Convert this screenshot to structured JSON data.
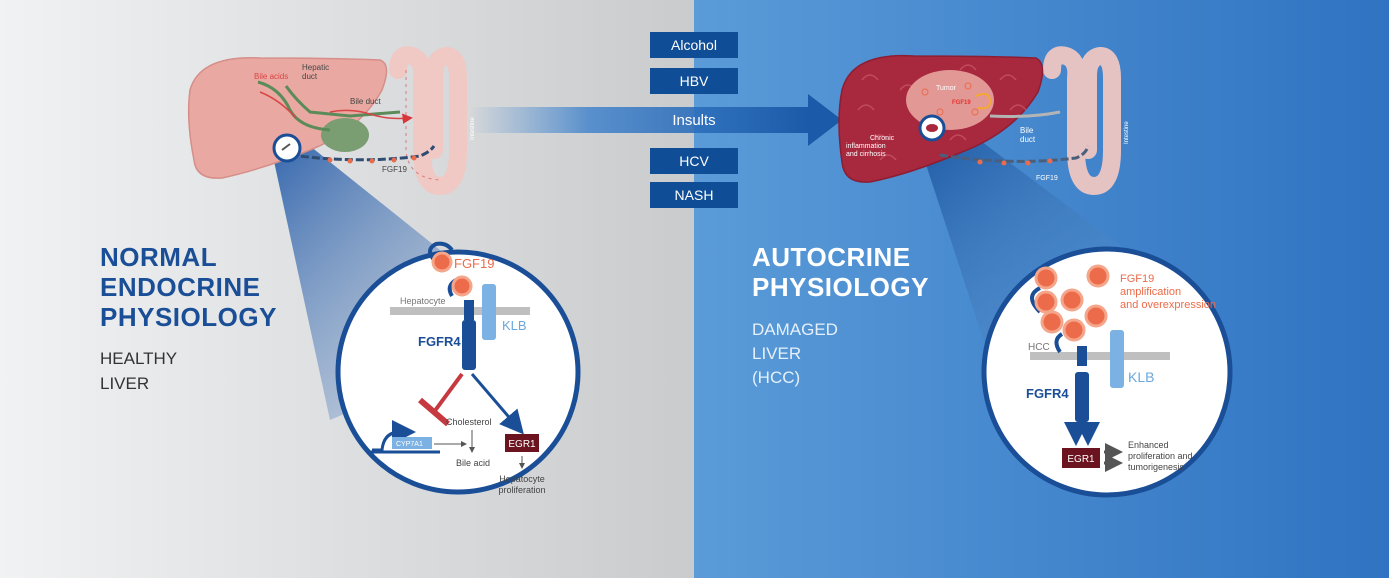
{
  "insults": {
    "items": [
      "Alcohol",
      "HBV",
      "HCV",
      "NASH"
    ],
    "label": "Insults"
  },
  "normal": {
    "title": "NORMAL\nENDOCRINE\nPHYSIOLOGY",
    "subtitle": "HEALTHY\nLIVER",
    "liver_labels": {
      "bile_acids": "Bile acids",
      "hepatic_duct": "Hepatic\nduct",
      "bile_duct": "Bile duct",
      "intestine": "Intestine",
      "fgf19": "FGF19"
    },
    "detail": {
      "fgf19": "FGF19",
      "hepatocyte": "Hepatocyte",
      "klb": "KLB",
      "fgfr4": "FGFR4",
      "cholesterol": "Cholesterol",
      "cyp7a1": "CYP7A1",
      "bile_acid": "Bile acid",
      "egr1": "EGR1",
      "hepatocyte_proliferation": "Hepatocyte\nproliferation"
    }
  },
  "autocrine": {
    "title": "AUTOCRINE\nPHYSIOLOGY",
    "subtitle": "DAMAGED\nLIVER\n(HCC)",
    "liver_labels": {
      "tumor": "Tumor",
      "fgf19_tumor": "FGF19",
      "chronic": "Chronic\ninflammation\nand cirrhosis",
      "bile_duct": "Bile\nduct",
      "intestine": "Intestine",
      "fgf19": "FGF19"
    },
    "detail": {
      "fgf19": "FGF19\namplification\nand overexpression",
      "hcc": "HCC",
      "klb": "KLB",
      "fgfr4": "FGFR4",
      "egr1": "EGR1",
      "outcome": "Enhanced\nproliferation and\ntumorigenesis"
    }
  },
  "colors": {
    "brand_blue": "#1a4e97",
    "dark_blue": "#0f4d96",
    "light_blue": "#6aa8dc",
    "fgf19_orange": "#ec6b4a",
    "egr1_maroon": "#6b1420",
    "liver_pink": "#e9a9a2",
    "liver_damaged": "#a8283e"
  }
}
